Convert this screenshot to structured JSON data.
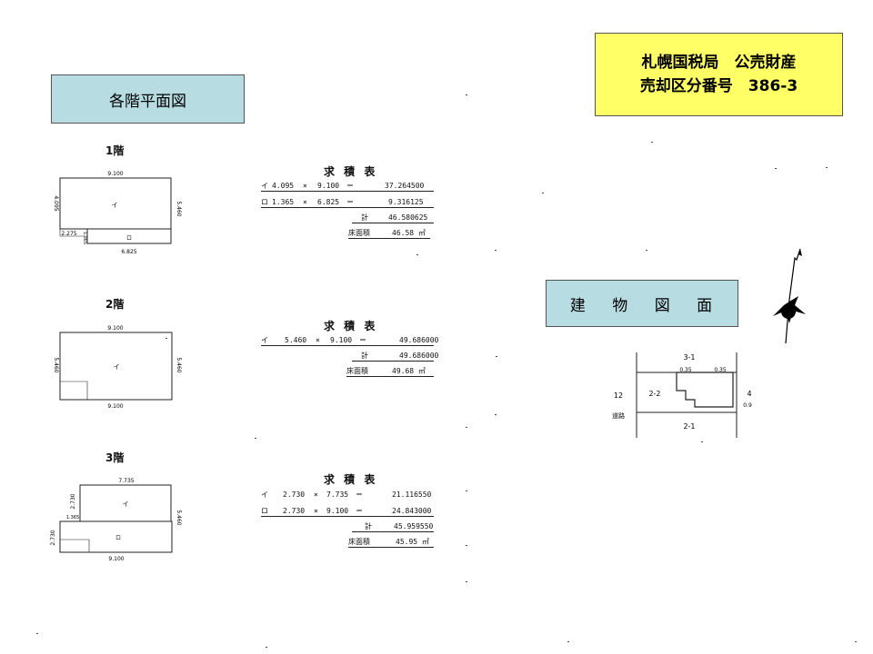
{
  "header": {
    "section_title": "各階平面図",
    "sale_line1": "札幌国税局　公売財産",
    "sale_line2": "売却区分番号　386-3",
    "building_title": "建 物 図 面"
  },
  "floors": [
    {
      "heading": "1階",
      "dims": {
        "top": "9.100",
        "left": "4.095",
        "right": "5.460",
        "inner_left": "2.275",
        "inner_small": "1.365",
        "bottom": "6.825"
      },
      "area_labels": [
        "イ",
        "ロ"
      ],
      "table": {
        "title": "求 積 表",
        "rows": [
          {
            "key": "イ",
            "a": "4.095",
            "op": "×",
            "b": "9.100",
            "eq": "＝",
            "result": "37.264500"
          },
          {
            "key": "ロ",
            "a": "1.365",
            "op": "×",
            "b": "6.825",
            "eq": "＝",
            "result": "9.316125"
          }
        ],
        "total_label": "計",
        "total": "46.580625",
        "floor_area_label": "床面積",
        "floor_area": "46.58 ㎡"
      }
    },
    {
      "heading": "2階",
      "dims": {
        "top": "9.100",
        "left": "5.460",
        "right": "5.460",
        "bottom": "9.100"
      },
      "area_labels": [
        "イ"
      ],
      "table": {
        "title": "求 積 表",
        "rows": [
          {
            "key": "イ",
            "a": "5.460",
            "op": "×",
            "b": "9.100",
            "eq": "＝",
            "result": "49.686000"
          }
        ],
        "total_label": "計",
        "total": "49.686000",
        "floor_area_label": "床面積",
        "floor_area": "49.68 ㎡"
      }
    },
    {
      "heading": "3階",
      "dims": {
        "top": "7.735",
        "left_upper": "2.730",
        "small": "1.365",
        "left_lower": "2.730",
        "right": "5.460",
        "bottom": "9.100"
      },
      "area_labels": [
        "イ",
        "ロ"
      ],
      "table": {
        "title": "求 積 表",
        "rows": [
          {
            "key": "イ",
            "a": "2.730",
            "op": "×",
            "b": "7.735",
            "eq": "＝",
            "result": "21.116550"
          },
          {
            "key": "ロ",
            "a": "2.730",
            "op": "×",
            "b": "9.100",
            "eq": "＝",
            "result": "24.843000"
          }
        ],
        "total_label": "計",
        "total": "45.959550",
        "floor_area_label": "床面積",
        "floor_area": "45.95 ㎡"
      }
    }
  ],
  "site_plan": {
    "lot_top": "3-1",
    "lot_left": "12",
    "lot_own": "2-2",
    "lot_right": "4",
    "lot_bottom": "2-1",
    "road": "道路",
    "dist_a": "0.35",
    "dist_b": "0.35",
    "dist_c": "0.9"
  }
}
